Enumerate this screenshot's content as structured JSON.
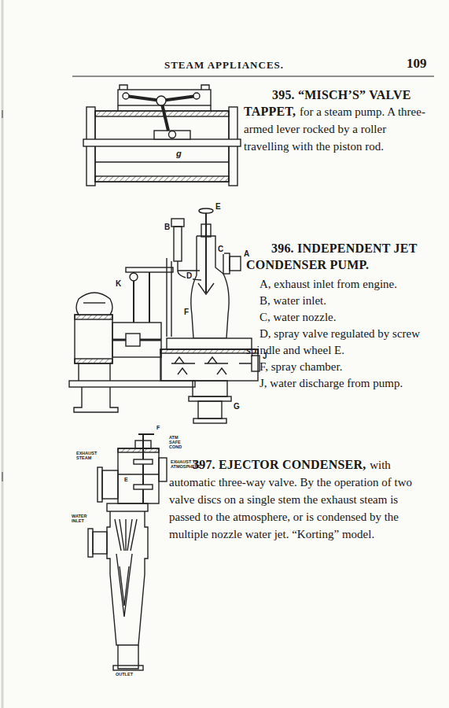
{
  "diagram": {
    "title": "STEAM APPLIANCES.",
    "labels": [
      "109",
      "g",
      "395. “MISCH’S” VALVE TAPPET,",
      "for a steam pump. A three-armed lever rocked by a roller travelling with the piston rod.",
      "E",
      "B",
      "A",
      "C",
      "D",
      "F",
      "J",
      "K",
      "G",
      "396. INDEPENDENT JET CONDENSER PUMP.",
      "A, exhaust inlet from engine.",
      "B, water inlet.",
      "C, water nozzle.",
      "D, spray valve regulated by screw spindle and wheel E.",
      "F, spray chamber.",
      "J, water discharge from pump.",
      "F",
      "ATM SAFE COND",
      "EXHAUST TO ATMOSPHERE",
      "EXHAUST STEAM",
      "E",
      "WATER INLET",
      "OUTLET",
      "397. EJECTOR CONDENSER,",
      "with automatic three-way valve. By the operation of two valve discs on a single stem the exhaust steam is passed to the atmosphere, or is condensed by the multiple nozzle water jet. “Korting” model."
    ]
  }
}
